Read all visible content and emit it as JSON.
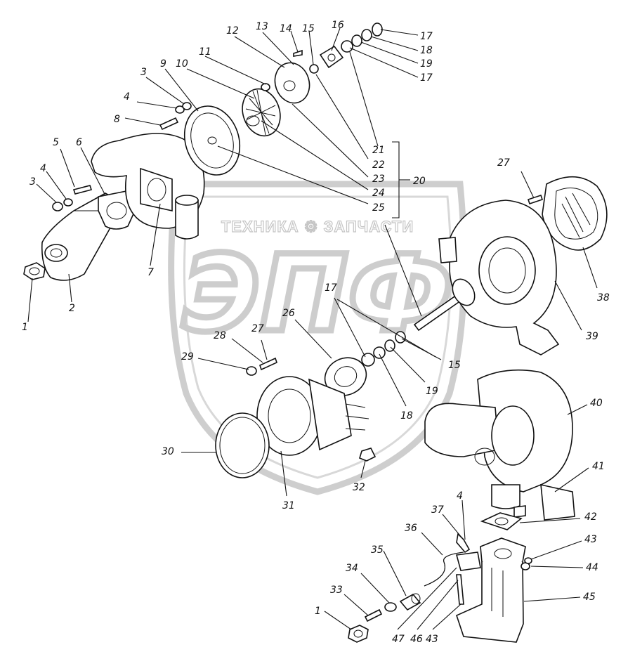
{
  "watermark": {
    "text": "ТЕХНИКА ⚙ ЗАПЧАСТИ",
    "logo": "ЭПФ",
    "color": "#c8c8c8"
  },
  "callouts": [
    {
      "id": "c1a",
      "text": "1"
    },
    {
      "id": "c2",
      "text": "2"
    },
    {
      "id": "c3a",
      "text": "3"
    },
    {
      "id": "c4a",
      "text": "4"
    },
    {
      "id": "c5",
      "text": "5"
    },
    {
      "id": "c6",
      "text": "6"
    },
    {
      "id": "c7",
      "text": "7"
    },
    {
      "id": "c3b",
      "text": "3"
    },
    {
      "id": "c4b",
      "text": "4"
    },
    {
      "id": "c8",
      "text": "8"
    },
    {
      "id": "c9",
      "text": "9"
    },
    {
      "id": "c10",
      "text": "10"
    },
    {
      "id": "c11",
      "text": "11"
    },
    {
      "id": "c12",
      "text": "12"
    },
    {
      "id": "c13",
      "text": "13"
    },
    {
      "id": "c14",
      "text": "14"
    },
    {
      "id": "c15a",
      "text": "15"
    },
    {
      "id": "c16",
      "text": "16"
    },
    {
      "id": "c17a",
      "text": "17"
    },
    {
      "id": "c18a",
      "text": "18"
    },
    {
      "id": "c19a",
      "text": "19"
    },
    {
      "id": "c17b",
      "text": "17"
    },
    {
      "id": "c21",
      "text": "21"
    },
    {
      "id": "c22",
      "text": "22"
    },
    {
      "id": "c23",
      "text": "23"
    },
    {
      "id": "c24",
      "text": "24"
    },
    {
      "id": "c25",
      "text": "25"
    },
    {
      "id": "c20",
      "text": "20"
    },
    {
      "id": "c27a",
      "text": "27"
    },
    {
      "id": "c38",
      "text": "38"
    },
    {
      "id": "c39",
      "text": "39"
    },
    {
      "id": "c17c",
      "text": "17"
    },
    {
      "id": "c26",
      "text": "26"
    },
    {
      "id": "c28",
      "text": "28"
    },
    {
      "id": "c27b",
      "text": "27"
    },
    {
      "id": "c29",
      "text": "29"
    },
    {
      "id": "c15b",
      "text": "15"
    },
    {
      "id": "c19b",
      "text": "19"
    },
    {
      "id": "c18b",
      "text": "18"
    },
    {
      "id": "c30",
      "text": "30"
    },
    {
      "id": "c31",
      "text": "31"
    },
    {
      "id": "c32",
      "text": "32"
    },
    {
      "id": "c40",
      "text": "40"
    },
    {
      "id": "c41",
      "text": "41"
    },
    {
      "id": "c37",
      "text": "37"
    },
    {
      "id": "c4c",
      "text": "4"
    },
    {
      "id": "c42",
      "text": "42"
    },
    {
      "id": "c36",
      "text": "36"
    },
    {
      "id": "c43a",
      "text": "43"
    },
    {
      "id": "c35",
      "text": "35"
    },
    {
      "id": "c44",
      "text": "44"
    },
    {
      "id": "c34",
      "text": "34"
    },
    {
      "id": "c45",
      "text": "45"
    },
    {
      "id": "c33",
      "text": "33"
    },
    {
      "id": "c1b",
      "text": "1"
    },
    {
      "id": "c47",
      "text": "47"
    },
    {
      "id": "c46",
      "text": "46"
    },
    {
      "id": "c43b",
      "text": "43"
    }
  ]
}
